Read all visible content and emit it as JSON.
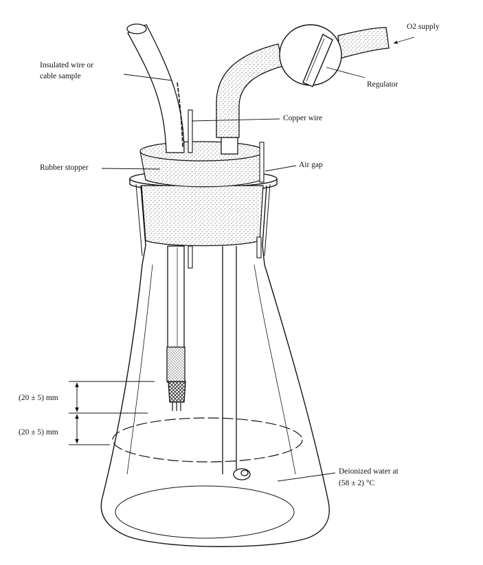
{
  "labels": {
    "o2_supply": "O2 supply",
    "regulator": "Regulator",
    "insulated_wire_line1": "Insulated wire or",
    "insulated_wire_line2": "cable sample",
    "copper_wire": "Copper wire",
    "rubber_stopper": "Rubber stopper",
    "air_gap": "Air gap",
    "dim_upper": "(20 ± 5) mm",
    "dim_lower": "(20 ± 5) mm",
    "water_line1": "Deionized water at",
    "water_line2": "(58 ± 2) °C"
  },
  "colors": {
    "ink": "#111111",
    "paper": "#ffffff"
  }
}
